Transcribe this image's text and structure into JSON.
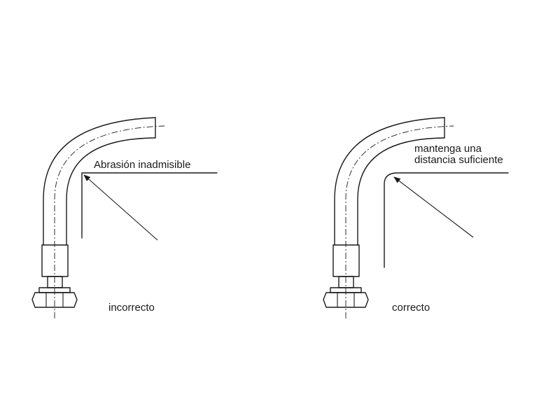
{
  "left_panel": {
    "annotation": "Abrasión inadmisible",
    "caption": "incorrecto"
  },
  "right_panel": {
    "annotation_line1": "mantenga una",
    "annotation_line2": "distancia suficiente",
    "caption": "correcto"
  },
  "colors": {
    "line": "#1a1a1a",
    "background": "#ffffff"
  }
}
